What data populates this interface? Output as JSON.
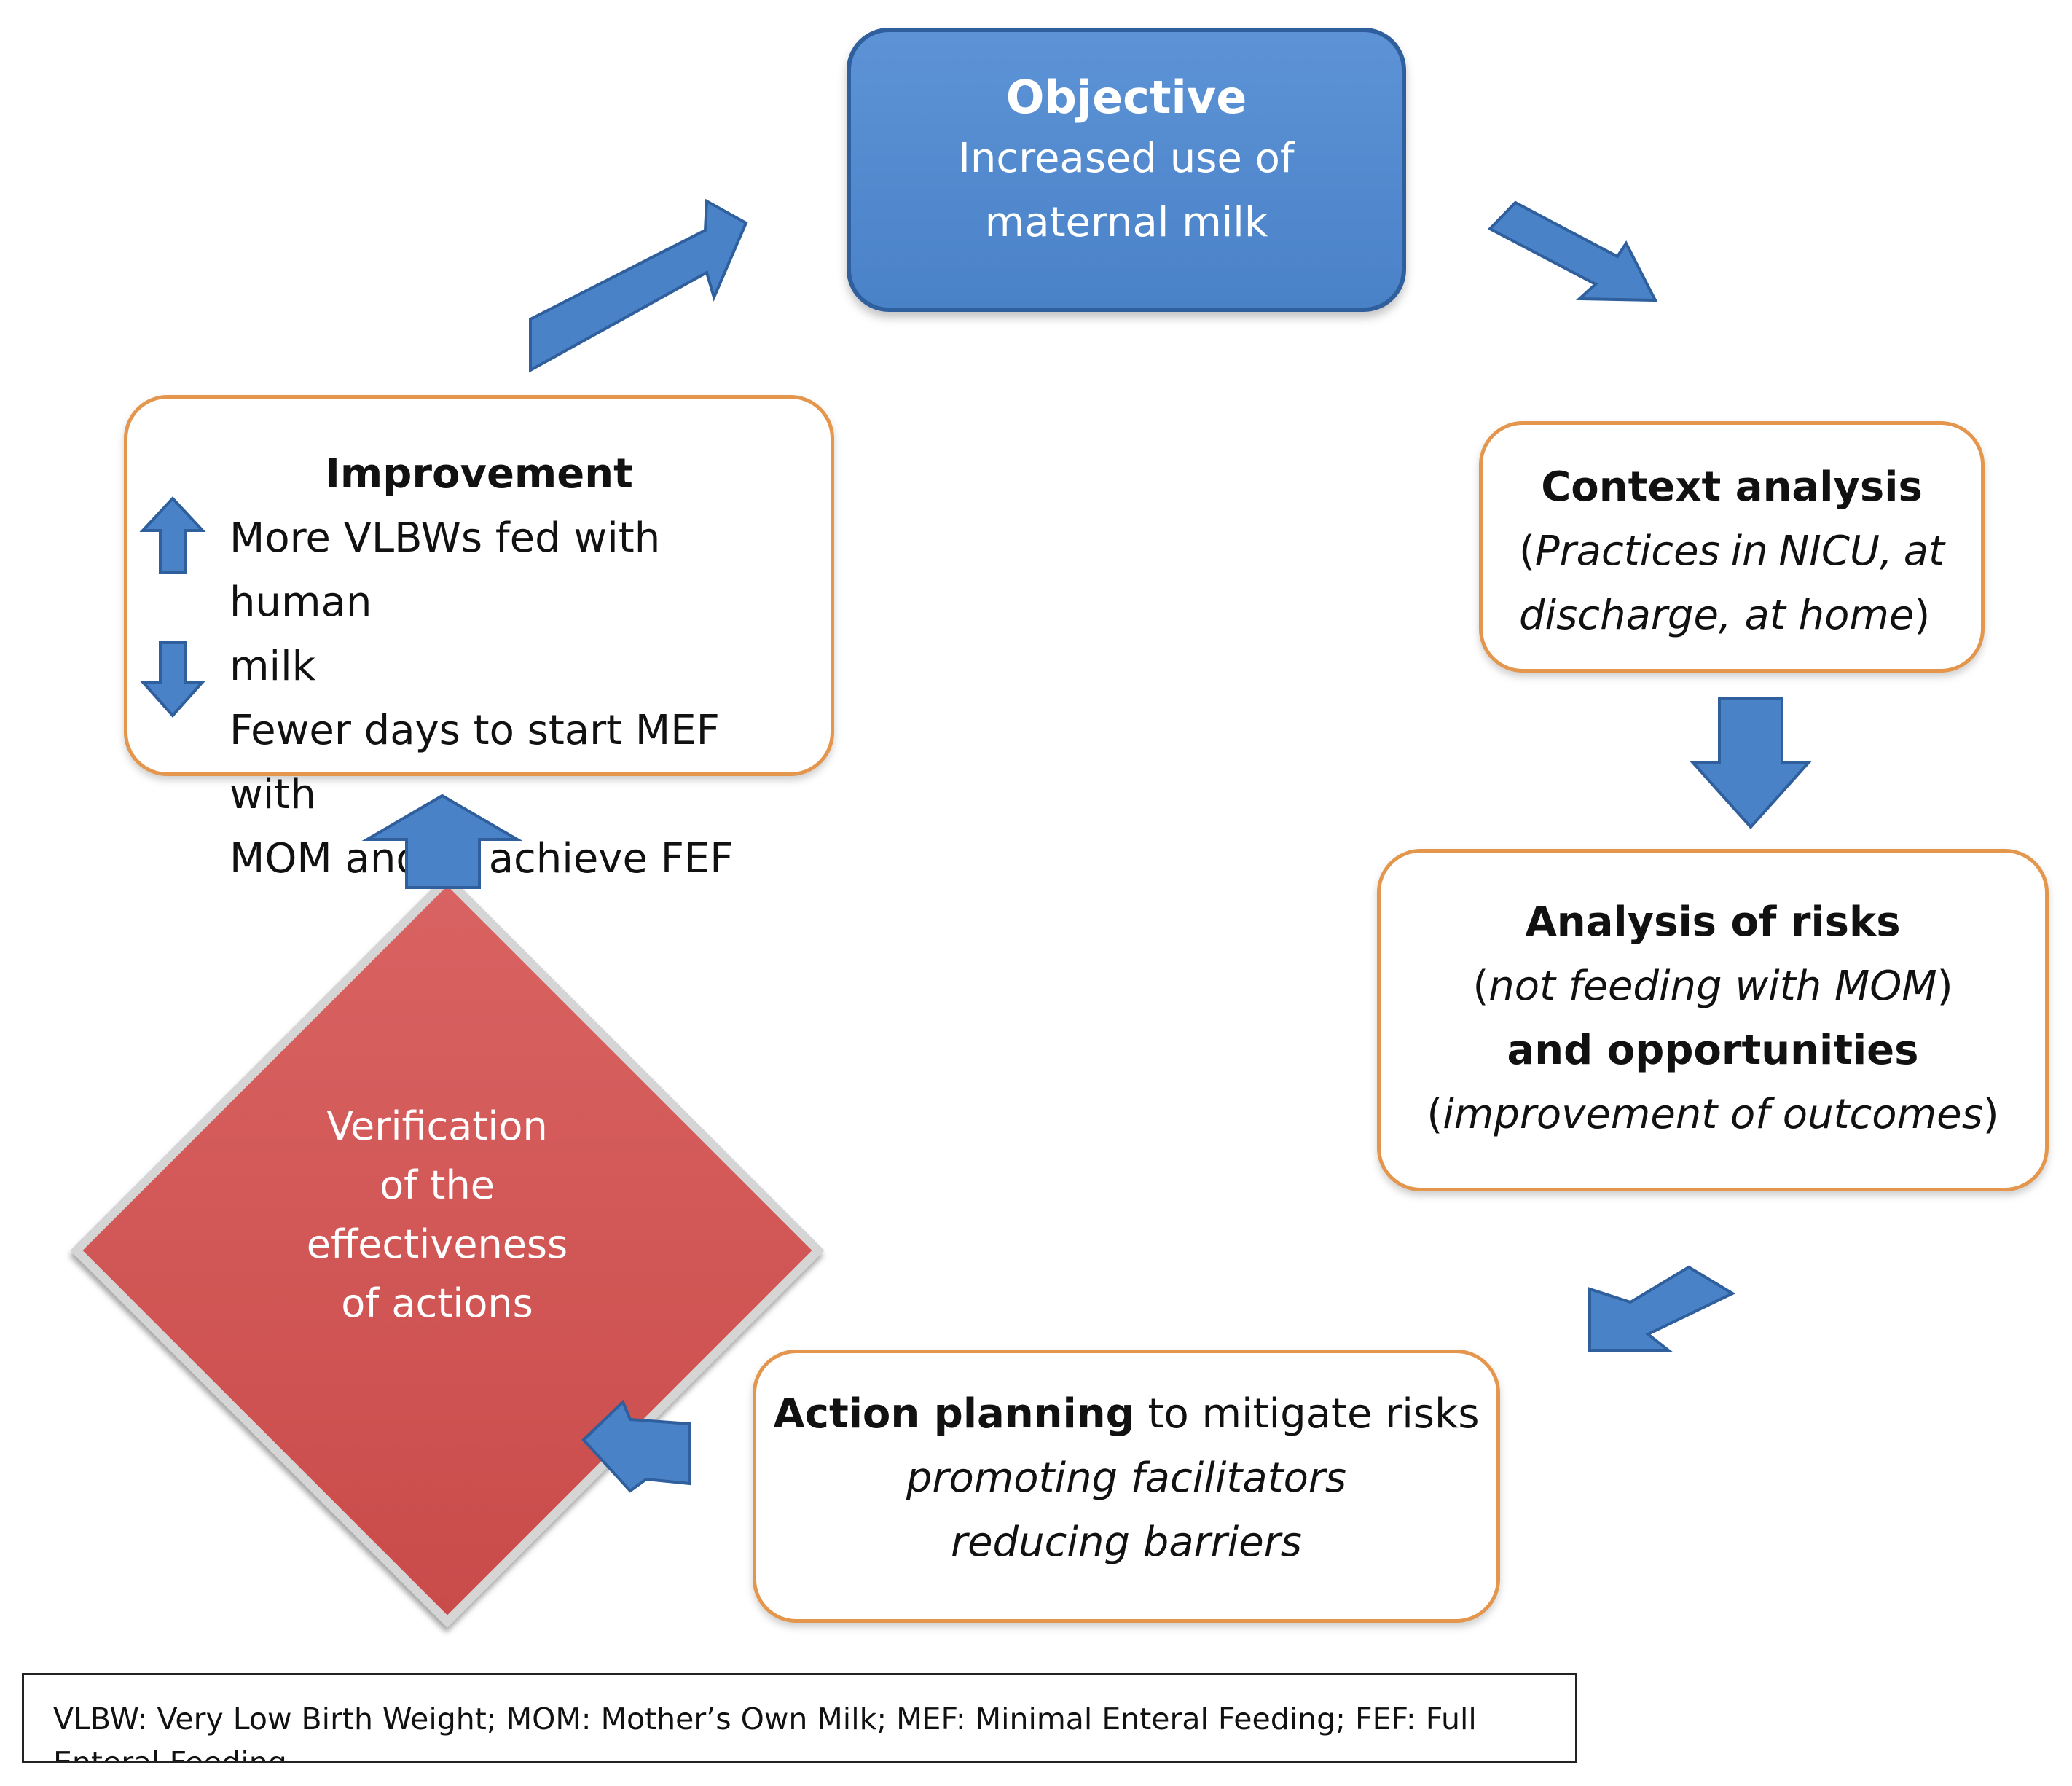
{
  "colors": {
    "arrow_fill": "#4a82c8",
    "arrow_stroke": "#2f5f9c",
    "box_border": "#e3964c",
    "objective_fill": "#4a82c8",
    "diamond_fill": "#d05656"
  },
  "objective": {
    "title": "Objective",
    "line1": "Increased use of",
    "line2": "maternal milk"
  },
  "context": {
    "title": "Context analysis",
    "line1_open": "(",
    "line1_a": "Practices",
    "line1_b": "in",
    "line1_c": "NICU,",
    "line1_d": "at",
    "line2": "discharge, at home",
    "line2_close": ")"
  },
  "risks": {
    "title": "Analysis of risks",
    "sub1": "not feeding with MOM",
    "title2": "and opportunities",
    "sub2": "improvement of outcomes"
  },
  "action": {
    "bold": "Action planning",
    "rest": " to mitigate risks",
    "line2": "promoting facilitators",
    "line3": "reducing barriers"
  },
  "verification": {
    "line1": "Verification",
    "line2": "of the",
    "line3": "effectiveness",
    "line4": "of actions"
  },
  "improvement": {
    "title": "Improvement",
    "item1_line1": "More VLBWs fed with human",
    "item1_line2": "milk",
    "item2_line1": "Fewer days to start MEF with",
    "item2_line2": "MOM and to achieve FEF",
    "item1_icon": "up-arrow-icon",
    "item2_icon": "down-arrow-icon"
  },
  "footnote": {
    "text": "VLBW: Very Low Birth Weight; MOM: Mother’s Own Milk; MEF: Minimal Enteral Feeding; FEF: Full Enteral Feeding"
  }
}
